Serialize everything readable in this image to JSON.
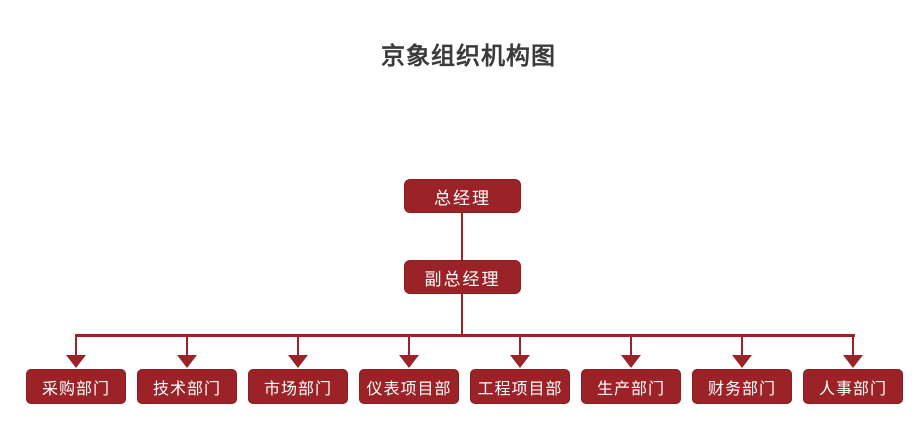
{
  "title": "京象组织机构图",
  "theme": {
    "box_color": "#9B2328",
    "box_border": "#8A1E22",
    "line_color": "#9B2328",
    "node_text_color": "#FFFFFF",
    "title_color": "#3B3B3B",
    "background": "#FFFFFF"
  },
  "org_chart": {
    "root": {
      "label": "总经理"
    },
    "deputy": {
      "label": "副总经理"
    },
    "departments": [
      {
        "label": "采购部门"
      },
      {
        "label": "技术部门"
      },
      {
        "label": "市场部门"
      },
      {
        "label": "仪表项目部"
      },
      {
        "label": "工程项目部"
      },
      {
        "label": "生产部门"
      },
      {
        "label": "财务部门"
      },
      {
        "label": "人事部门"
      }
    ]
  }
}
